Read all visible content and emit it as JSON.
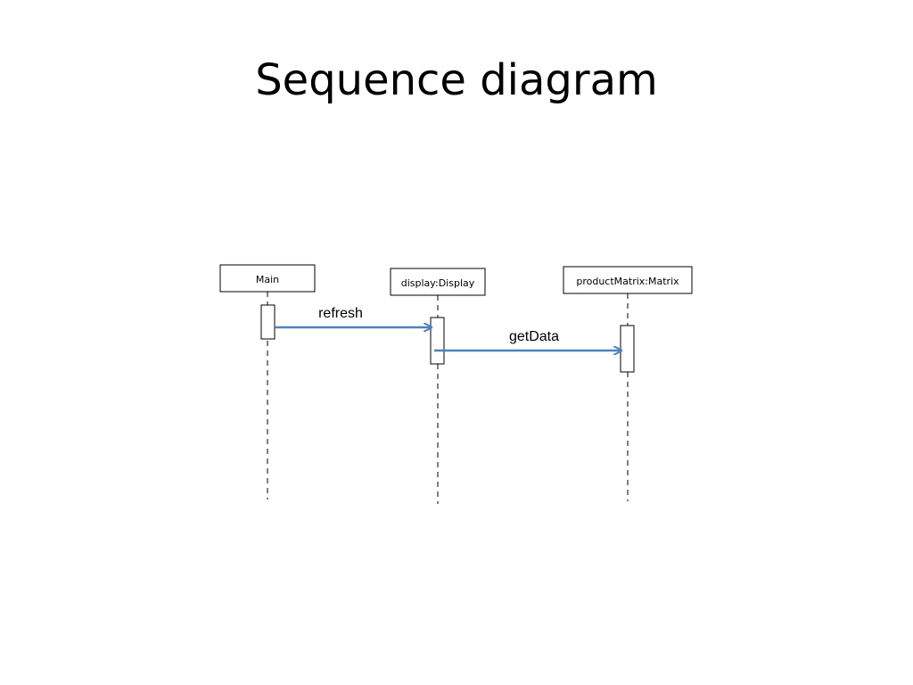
{
  "slide": {
    "title": "Sequence diagram"
  },
  "diagram": {
    "lifelines": [
      {
        "name": "Main"
      },
      {
        "name": "display:Display"
      },
      {
        "name": "productMatrix:Matrix"
      }
    ],
    "messages": [
      {
        "label": "refresh",
        "from": "Main",
        "to": "display:Display"
      },
      {
        "label": "getData",
        "from": "display:Display",
        "to": "productMatrix:Matrix"
      }
    ],
    "colors": {
      "message_arrow": "#4f81bd",
      "lifeline_line": "#000000"
    }
  }
}
